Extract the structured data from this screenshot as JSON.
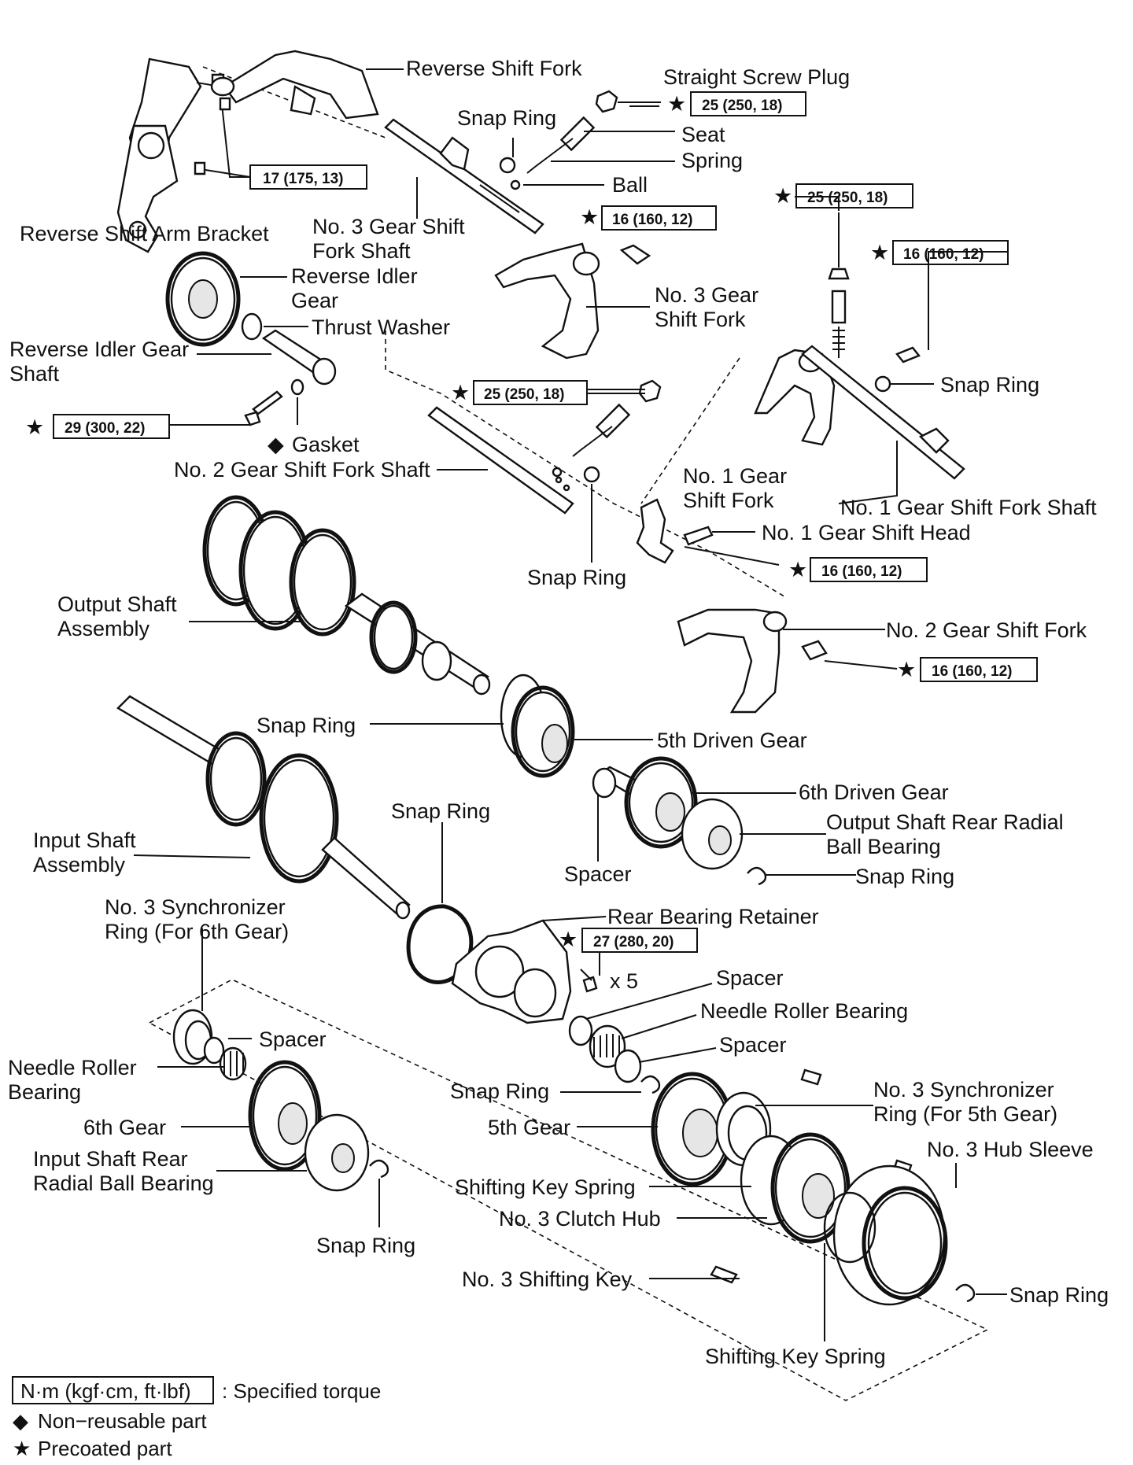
{
  "labels": {
    "reverse_shift_fork": "Reverse Shift Fork",
    "straight_screw_plug": "Straight Screw Plug",
    "snap_ring": "Snap Ring",
    "seat": "Seat",
    "spring": "Spring",
    "ball": "Ball",
    "reverse_shift_arm_bracket": "Reverse Shift Arm Bracket",
    "no3_gear_shift_fork_shaft_1": "No. 3 Gear Shift",
    "no3_gear_shift_fork_shaft_2": "Fork Shaft",
    "reverse_idler_gear_1": "Reverse Idler",
    "reverse_idler_gear_2": "Gear",
    "thrust_washer": "Thrust Washer",
    "no3_gear_shift_fork_1": "No. 3 Gear",
    "no3_gear_shift_fork_2": "Shift Fork",
    "reverse_idler_gear_shaft_1": "Reverse Idler Gear",
    "reverse_idler_gear_shaft_2": "Shaft",
    "gasket": "Gasket",
    "no2_gear_shift_fork_shaft": "No. 2 Gear Shift Fork Shaft",
    "no1_gear_shift_fork_1": "No. 1 Gear",
    "no1_gear_shift_fork_2": "Shift Fork",
    "no1_gear_shift_fork_shaft": "No. 1 Gear Shift Fork Shaft",
    "no1_gear_shift_head": "No. 1 Gear Shift Head",
    "output_shaft_assembly_1": "Output Shaft",
    "output_shaft_assembly_2": "Assembly",
    "no2_gear_shift_fork": "No. 2 Gear Shift Fork",
    "fifth_driven_gear": "5th Driven Gear",
    "sixth_driven_gear": "6th Driven Gear",
    "output_rear_bearing_1": "Output Shaft Rear Radial",
    "output_rear_bearing_2": "Ball Bearing",
    "input_shaft_assembly_1": "Input Shaft",
    "input_shaft_assembly_2": "Assembly",
    "spacer": "Spacer",
    "no3_sync_6th_1": "No. 3 Synchronizer",
    "no3_sync_6th_2": "Ring (For 6th Gear)",
    "rear_bearing_retainer": "Rear Bearing Retainer",
    "x5": "x 5",
    "needle_roller_bearing": "Needle Roller Bearing",
    "needle_roller_bearing_1": "Needle Roller",
    "needle_roller_bearing_2": "Bearing",
    "sixth_gear": "6th Gear",
    "fifth_gear": "5th Gear",
    "no3_sync_5th_1": "No. 3 Synchronizer",
    "no3_sync_5th_2": "Ring (For 5th Gear)",
    "no3_hub_sleeve": "No. 3 Hub Sleeve",
    "input_rear_bearing_1": "Input Shaft Rear",
    "input_rear_bearing_2": "Radial Ball Bearing",
    "shifting_key_spring": "Shifting Key Spring",
    "no3_clutch_hub": "No. 3 Clutch Hub",
    "no3_shifting_key": "No. 3 Shifting Key"
  },
  "torques": {
    "t1": "25 (250, 18)",
    "t2": "17 (175, 13)",
    "t3": "16 (160, 12)",
    "t4": "25 (250, 18)",
    "t5": "16 (160, 12)",
    "t6": "25 (250, 18)",
    "t7": "29 (300, 22)",
    "t8": "16 (160, 12)",
    "t9": "16 (160, 12)",
    "t10": "27 (280, 20)"
  },
  "symbols": {
    "star": "★",
    "diamond": "◆"
  },
  "legend": {
    "torque_box": "N·m (kgf·cm, ft·lbf)",
    "torque_desc": ": Specified torque",
    "non_reusable": "Non−reusable part",
    "precoated": "Precoated part"
  }
}
